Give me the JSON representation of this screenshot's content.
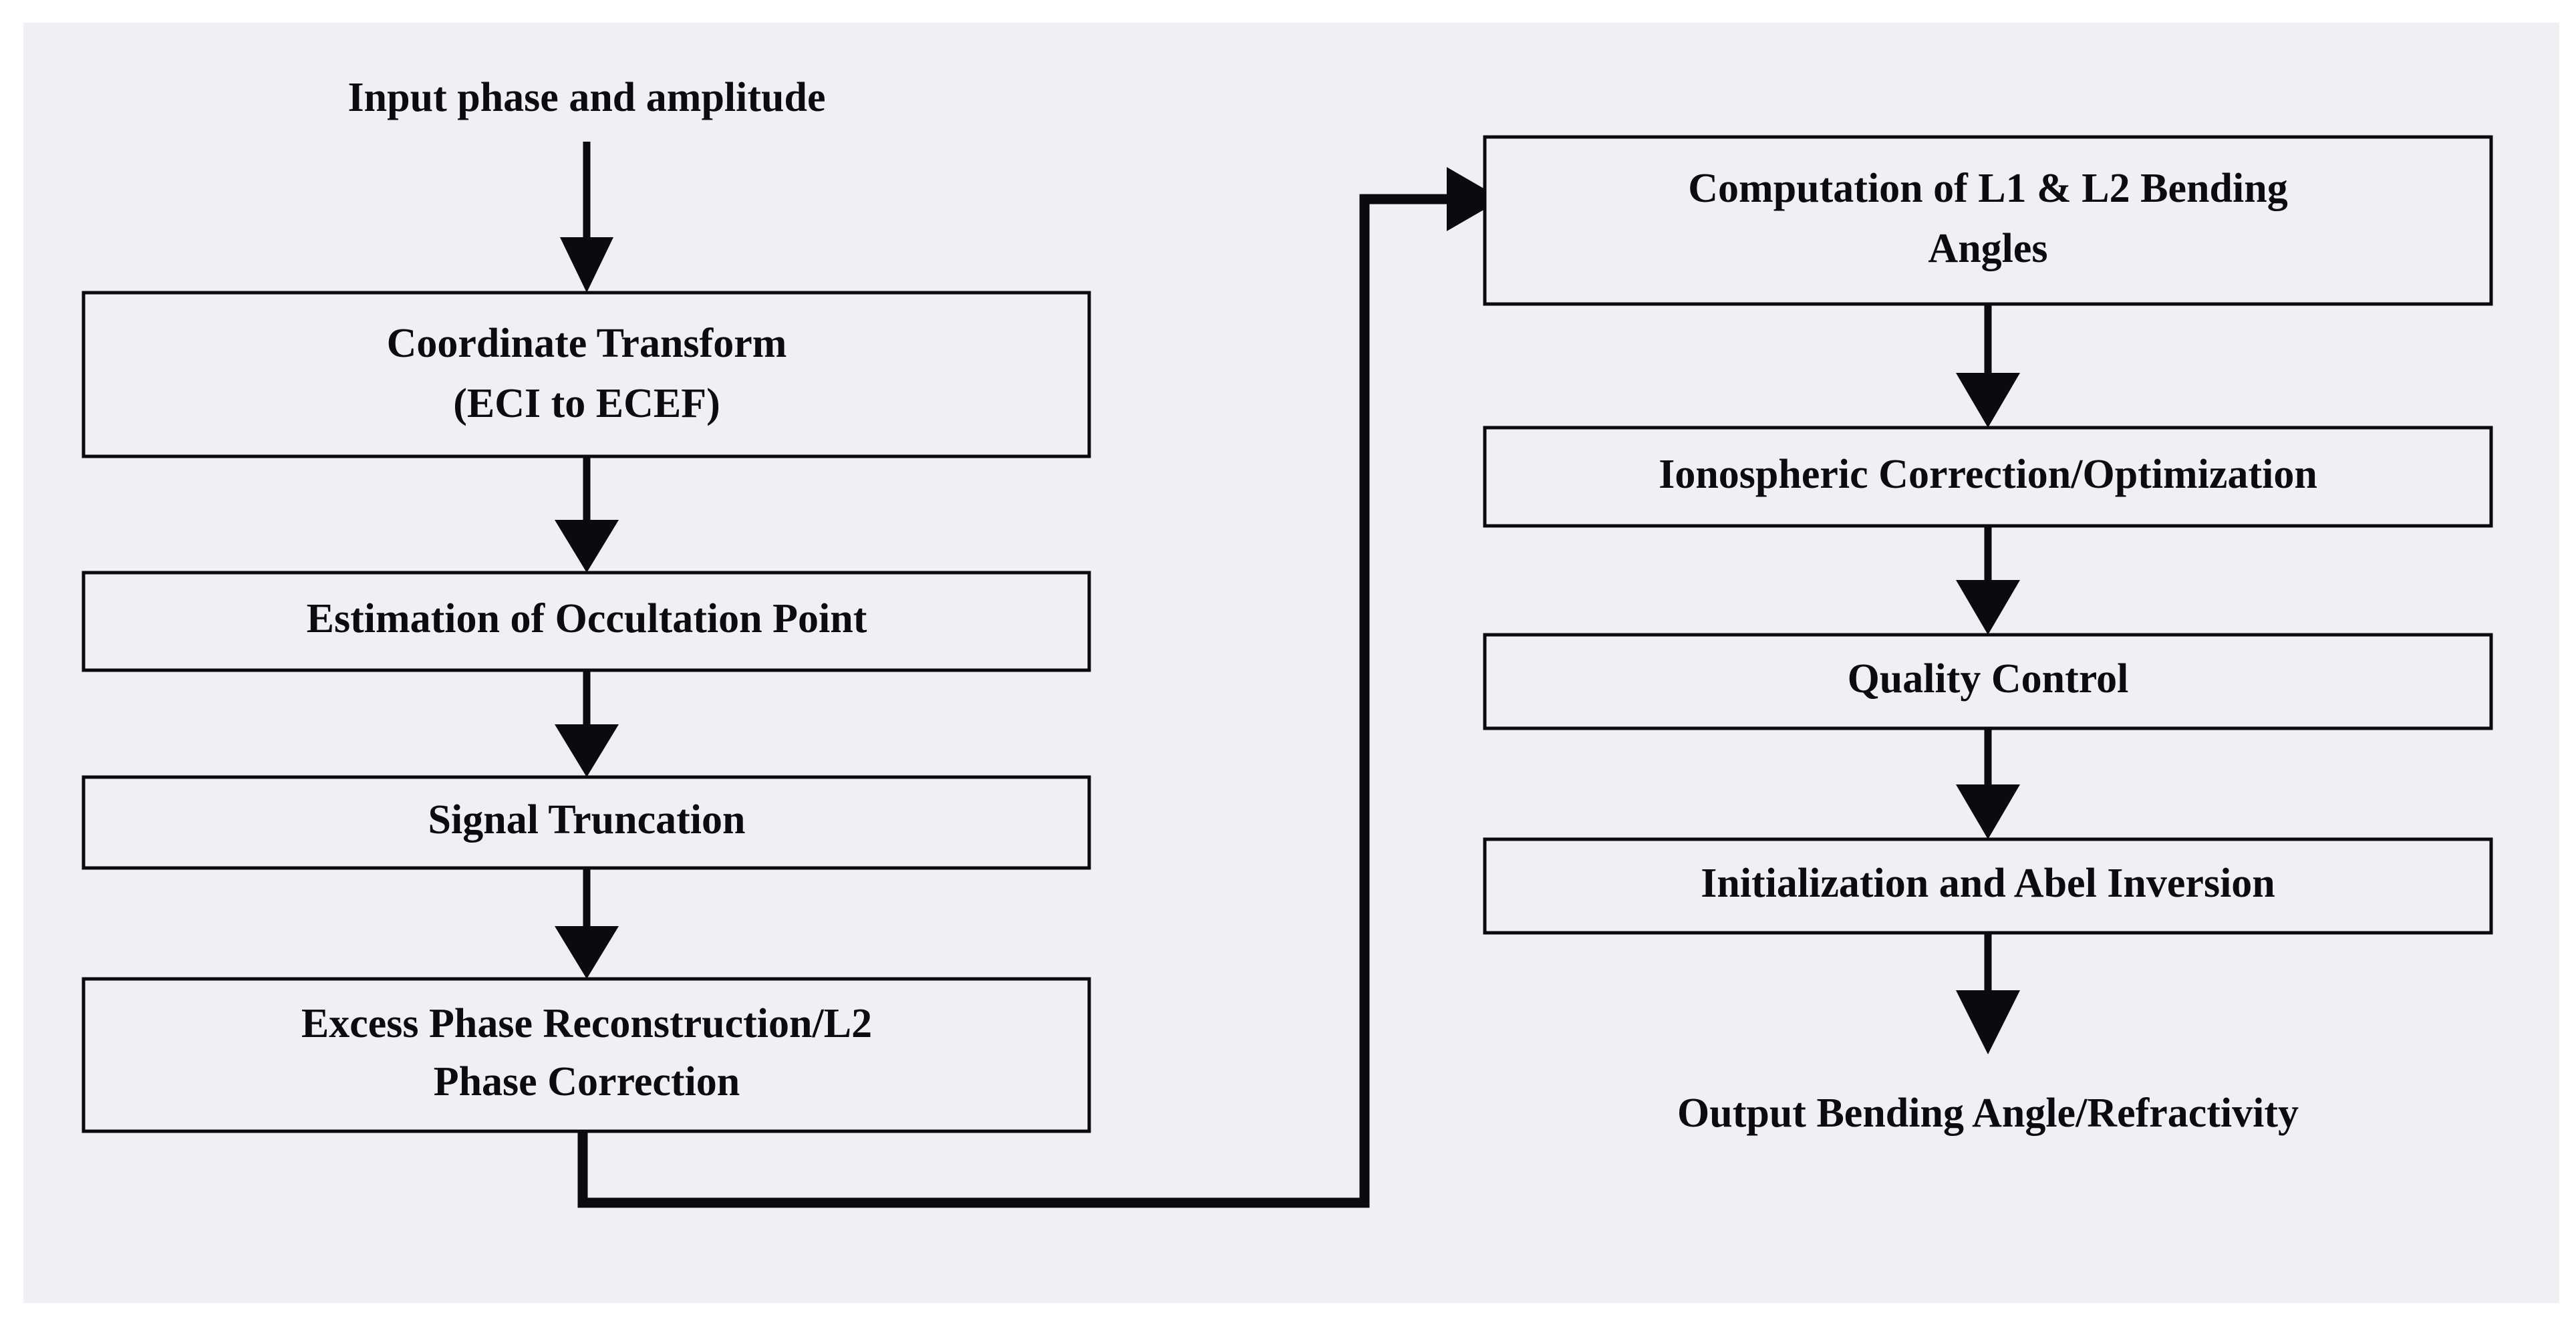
{
  "figure": {
    "kind": "process-flowchart",
    "title_visible": false,
    "panel_background": "#eef0f3",
    "page_background": "#ffffff",
    "line_color": "#0a0a0f",
    "box_fill": "#eef0f3",
    "text_color": "#0b0b10"
  },
  "left_column": {
    "entry_label": "Input phase and amplitude",
    "nodes": [
      {
        "id": "coordinate-transform",
        "line1": "Coordinate Transform",
        "line2": "(ECI to ECEF)"
      },
      {
        "id": "occultation-point",
        "line1": "Estimation of Occultation Point",
        "line2": ""
      },
      {
        "id": "signal-truncation",
        "line1": "Signal Truncation",
        "line2": ""
      },
      {
        "id": "excess-phase",
        "line1": "Excess Phase Reconstruction/L2",
        "line2": "Phase Correction"
      }
    ]
  },
  "right_column": {
    "nodes": [
      {
        "id": "bending-angles",
        "line1": "Computation of L1 & L2 Bending",
        "line2": "Angles"
      },
      {
        "id": "ionospheric-correction",
        "line1": "Ionospheric Correction/Optimization",
        "line2": ""
      },
      {
        "id": "quality-control",
        "line1": "Quality Control",
        "line2": ""
      },
      {
        "id": "abel-inversion",
        "line1": "Initialization and Abel Inversion",
        "line2": ""
      }
    ],
    "exit_label": "Output Bending Angle/Refractivity"
  },
  "connectors": [
    {
      "id": "entry-to-coordinate-transform",
      "type": "straight-down-arrow"
    },
    {
      "id": "coordinate-transform-to-occultation-point",
      "type": "straight-down-arrow"
    },
    {
      "id": "occultation-point-to-signal-truncation",
      "type": "straight-down-arrow"
    },
    {
      "id": "signal-truncation-to-excess-phase",
      "type": "straight-down-arrow"
    },
    {
      "id": "excess-phase-to-bending-angles",
      "type": "elbow-right-up-arrow"
    },
    {
      "id": "bending-angles-to-ionospheric-correction",
      "type": "straight-down-arrow"
    },
    {
      "id": "ionospheric-correction-to-quality-control",
      "type": "straight-down-arrow"
    },
    {
      "id": "quality-control-to-abel-inversion",
      "type": "straight-down-arrow"
    },
    {
      "id": "abel-inversion-to-output",
      "type": "straight-down-arrow"
    }
  ]
}
